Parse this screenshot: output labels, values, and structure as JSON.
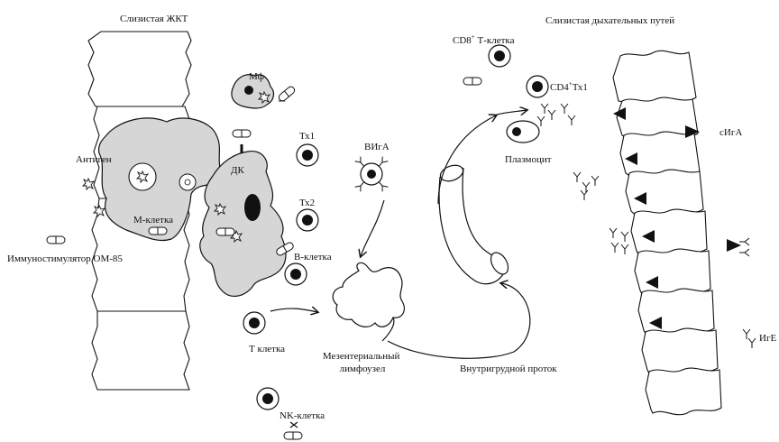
{
  "headings": {
    "gut": "Слизистая ЖКТ",
    "airway": "Слизистая дыхательных путей"
  },
  "labels": {
    "macrophage": "Мф",
    "th1": "Тх1",
    "th2": "Тх2",
    "dc": "ДК",
    "antigen": "Антиген",
    "m_cell": "М-клетка",
    "immunostimulator": "Иммуностимулятор ОМ-85",
    "b_cell": "В-клетка",
    "t_cell": "Т клетка",
    "iga": "ВИгА",
    "nk_cell": "NK-клетка",
    "lymph_node": [
      "Мезентериальный",
      "лимфоузел"
    ],
    "thoracic_duct": "Внутригрудной проток",
    "cd8_t_cell": "CD8",
    "cd8_sup": "+",
    "cd8_suffix": " Т-клетка",
    "cd4_th1": "CD4",
    "cd4_sup": "+",
    "cd4_suffix": "Тх1",
    "plasmocyte": "Плазмоцит",
    "siga": "сИгА",
    "ige": "ИгЕ"
  },
  "icons": [
    "macrophage-icon",
    "dendritic-cell-icon",
    "capsule-icon",
    "antibody-icon",
    "arrow-icon"
  ]
}
